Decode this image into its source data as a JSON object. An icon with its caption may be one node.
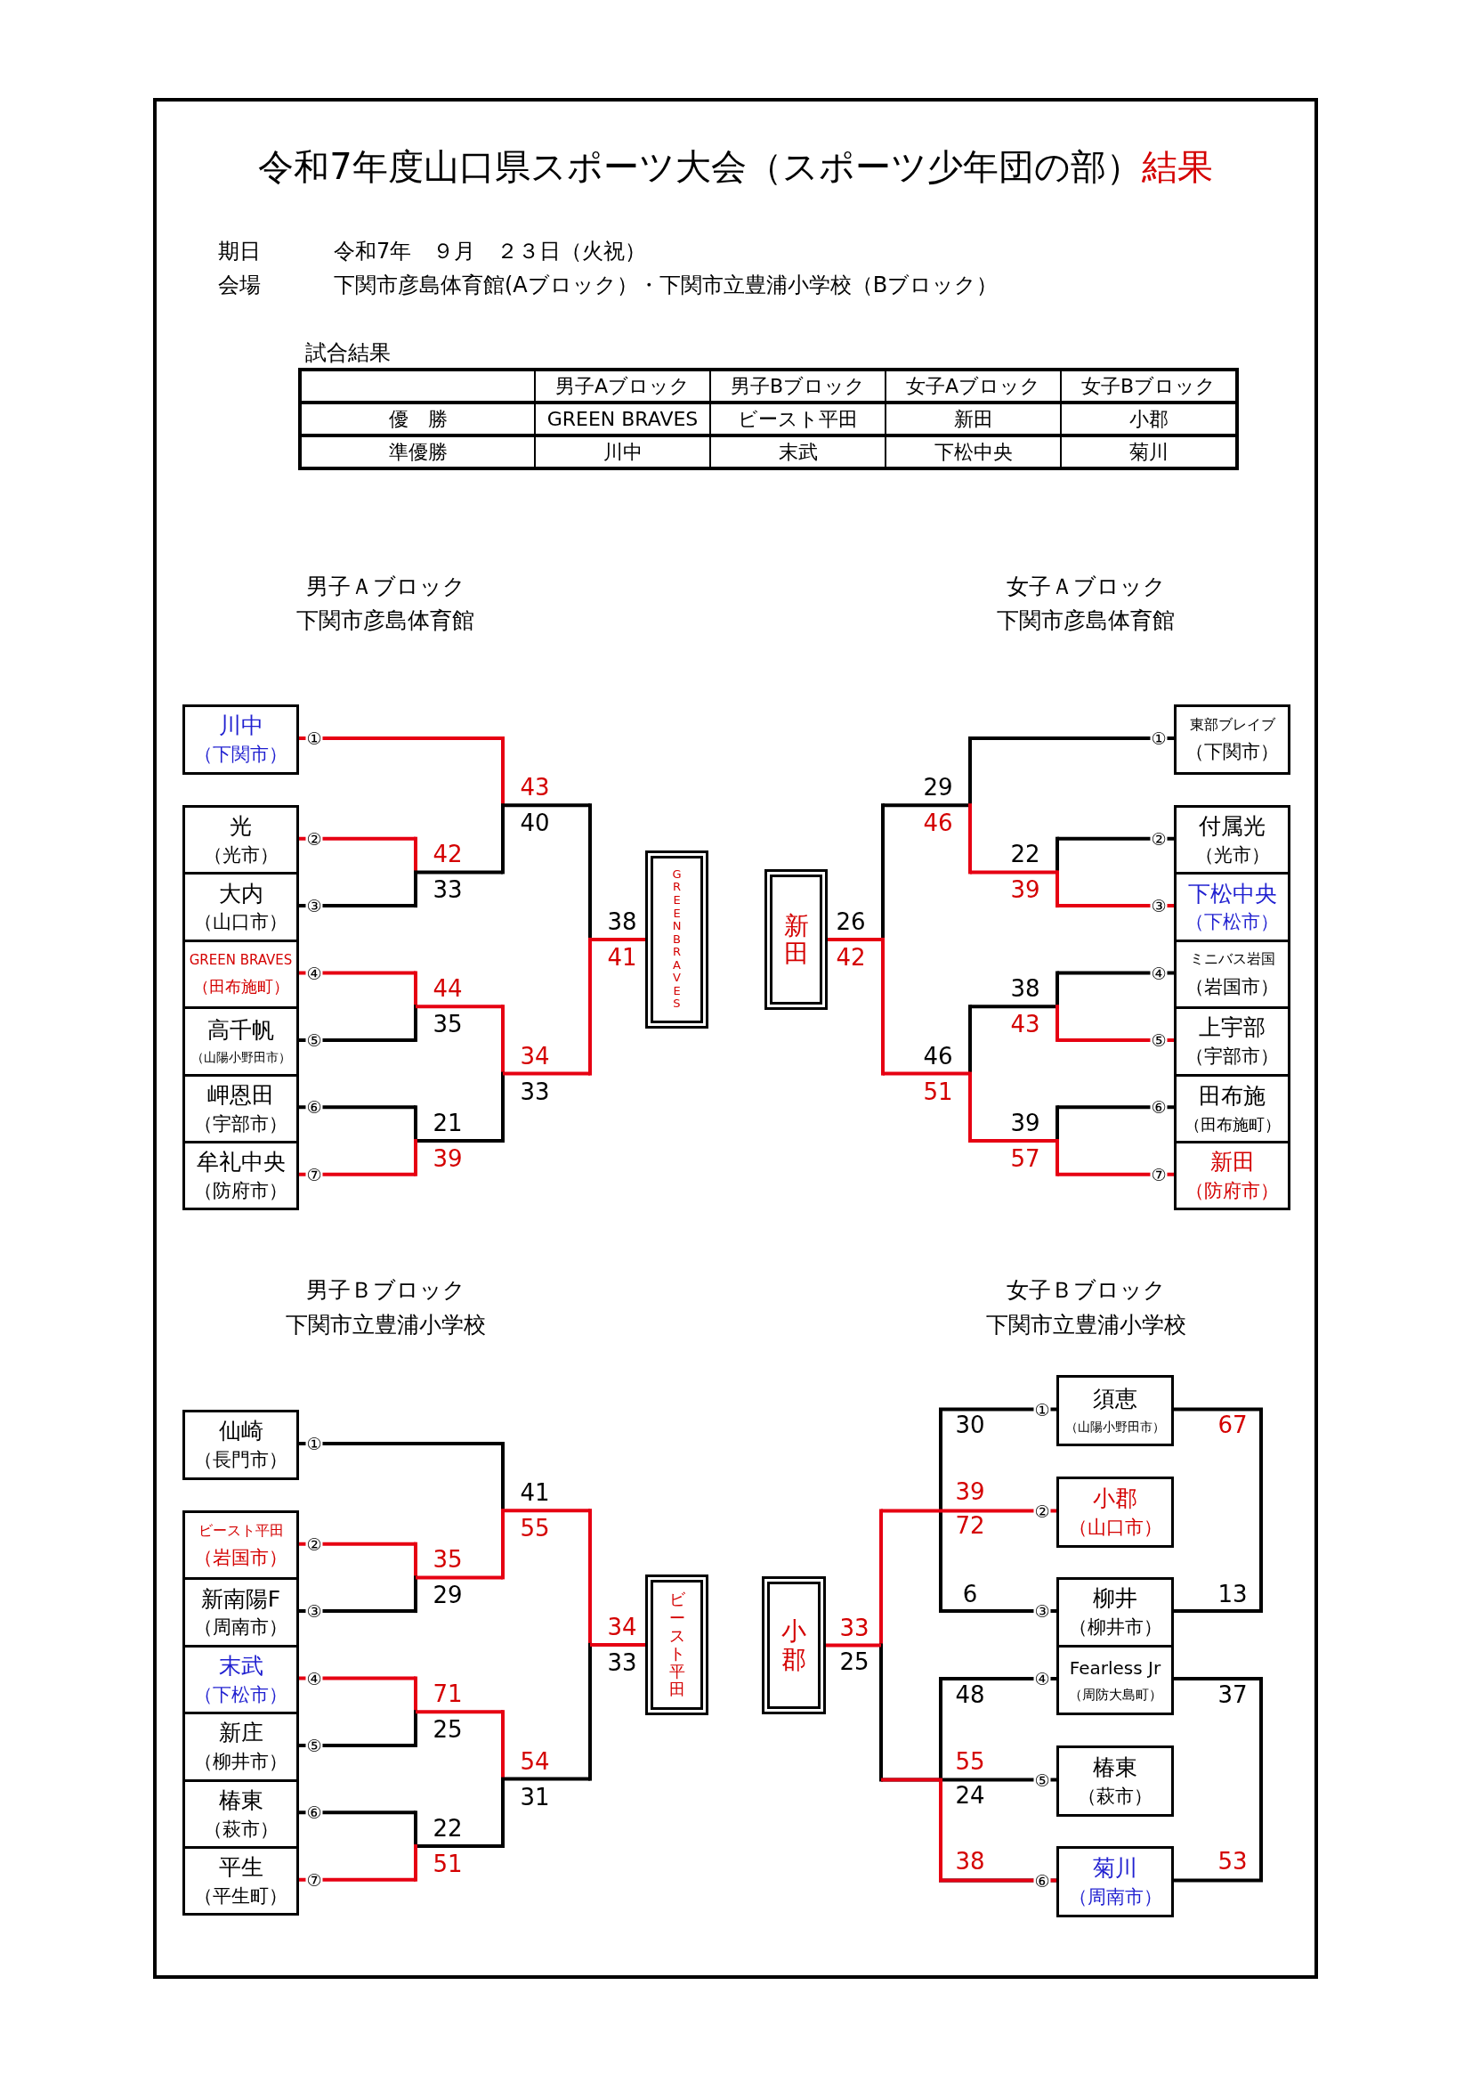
{
  "diagram": {
    "title": "令和7年度山口県スポーツ大会（スポーツ少年団の部）結果",
    "nodes": [
      {
        "text": [
          "川中",
          "（下関市）"
        ],
        "beside": [
          "①"
        ]
      },
      {
        "text": [
          "光",
          "（光市）"
        ],
        "beside": [
          "②"
        ]
      },
      {
        "text": [
          "大内",
          "（山口市）"
        ],
        "beside": [
          "③"
        ]
      },
      {
        "text": [
          "GREEN BRAVES",
          "（田布施町）"
        ],
        "beside": [
          "④"
        ]
      },
      {
        "text": [
          "高千帆",
          "（山陽小野田市）"
        ],
        "beside": [
          "⑤"
        ]
      },
      {
        "text": [
          "岬恩田",
          "（宇部市）"
        ],
        "beside": [
          "⑥"
        ]
      },
      {
        "text": [
          "牟礼中央",
          "（防府市）"
        ],
        "beside": [
          "⑦"
        ]
      },
      {
        "text": [
          "GREEN BRAVES"
        ]
      },
      {
        "text": [
          "新田"
        ]
      },
      {
        "text": [
          "東部ブレイブ",
          "（下関市）"
        ],
        "beside": [
          "①"
        ]
      },
      {
        "text": [
          "付属光",
          "（光市）"
        ],
        "beside": [
          "②"
        ]
      },
      {
        "text": [
          "下松中央",
          "（下松市）"
        ],
        "beside": [
          "③"
        ]
      },
      {
        "text": [
          "ミニバス岩国",
          "（岩国市）"
        ],
        "beside": [
          "④"
        ]
      },
      {
        "text": [
          "上宇部",
          "（宇部市）"
        ],
        "beside": [
          "⑤"
        ]
      },
      {
        "text": [
          "田布施",
          "（田布施町）"
        ],
        "beside": [
          "⑥"
        ]
      },
      {
        "text": [
          "新田",
          "（防府市）"
        ],
        "beside": [
          "⑦"
        ]
      },
      {
        "text": [
          "仙崎",
          "（長門市）"
        ],
        "beside": [
          "①"
        ]
      },
      {
        "text": [
          "ビースト平田",
          "（岩国市）"
        ],
        "beside": [
          "②"
        ]
      },
      {
        "text": [
          "新南陽F",
          "（周南市）"
        ],
        "beside": [
          "③"
        ]
      },
      {
        "text": [
          "末武",
          "（下松市）"
        ],
        "beside": [
          "④"
        ]
      },
      {
        "text": [
          "新庄",
          "（柳井市）"
        ],
        "beside": [
          "⑤"
        ]
      },
      {
        "text": [
          "椿東",
          "（萩市）"
        ],
        "beside": [
          "⑥"
        ]
      },
      {
        "text": [
          "平生",
          "（平生町）"
        ],
        "beside": [
          "⑦"
        ]
      },
      {
        "text": [
          "ビースト平田"
        ]
      },
      {
        "text": [
          "小郡"
        ]
      },
      {
        "text": [
          "須恵",
          "（山陽小野田市）"
        ],
        "beside": [
          "①"
        ]
      },
      {
        "text": [
          "小郡",
          "（山口市）"
        ],
        "beside": [
          "②"
        ]
      },
      {
        "text": [
          "柳井",
          "（柳井市）"
        ],
        "beside": [
          "③"
        ]
      },
      {
        "text": [
          "Fearless Jr",
          "（周防大島町）"
        ],
        "beside": [
          "④"
        ]
      },
      {
        "text": [
          "椿東",
          "（萩市）"
        ],
        "beside": [
          "⑤"
        ]
      },
      {
        "text": [
          "菊川",
          "（周南市）"
        ],
        "beside": [
          "⑥"
        ]
      },
      {
        "text": [],
        "shape": "bar"
      },
      {
        "text": [],
        "shape": "bar"
      },
      {
        "text": [],
        "shape": "bar"
      },
      {
        "text": [],
        "shape": "bar"
      },
      {
        "text": [],
        "shape": "bar"
      },
      {
        "text": [],
        "shape": "bar"
      },
      {
        "text": [],
        "shape": "bar"
      },
      {
        "text": [],
        "shape": "bar"
      },
      {
        "text": [],
        "shape": "bar"
      },
      {
        "text": [],
        "shape": "bar"
      },
      {
        "text": [],
        "shape": "bar"
      },
      {
        "text": [],
        "shape": "bar"
      },
      {
        "text": [],
        "shape": "bar"
      },
      {
        "text": [],
        "shape": "bar"
      },
      {
        "text": [],
        "shape": "bar"
      },
      {
        "text": [],
        "shape": "bar"
      },
      {
        "text": [],
        "shape": "bar"
      },
      {
        "text": [],
        "shape": "bar"
      },
      {
        "text": [],
        "shape": "bar"
      }
    ],
    "edges": [
      {
        "from": 1,
        "to": 31,
        "arrow": "none"
      },
      {
        "from": 2,
        "to": 31,
        "arrow": "none",
        "color": "#000000"
      },
      {
        "from": 3,
        "to": 32,
        "arrow": "none"
      },
      {
        "from": 4,
        "to": 32,
        "arrow": "none",
        "color": "#000000"
      },
      {
        "from": 5,
        "to": 33,
        "arrow": "none",
        "color": "#000000"
      },
      {
        "from": 6,
        "to": 33,
        "arrow": "none"
      },
      {
        "from": 0,
        "to": 34,
        "arrow": "none"
      },
      {
        "from": 31,
        "to": 34,
        "arrow": "none",
        "color": "#000000"
      },
      {
        "from": 32,
        "to": 35,
        "arrow": "none"
      },
      {
        "from": 33,
        "to": 35,
        "arrow": "none",
        "color": "#000000"
      },
      {
        "from": 34,
        "to": 36,
        "arrow": "none",
        "color": "#000000"
      },
      {
        "from": 35,
        "to": 36,
        "arrow": "none"
      },
      {
        "from": 36,
        "to": 7,
        "arrow": "none"
      },
      {
        "from": 10,
        "to": 37,
        "arrow": "none",
        "color": "#000000"
      },
      {
        "from": 11,
        "to": 37,
        "arrow": "none"
      },
      {
        "from": 12,
        "to": 38,
        "arrow": "none",
        "color": "#000000"
      },
      {
        "from": 13,
        "to": 38,
        "arrow": "none"
      },
      {
        "from": 14,
        "to": 39,
        "arrow": "none",
        "color": "#000000"
      },
      {
        "from": 15,
        "to": 39,
        "arrow": "none"
      },
      {
        "from": 9,
        "to": 40,
        "arrow": "none",
        "color": "#000000"
      },
      {
        "from": 37,
        "to": 40,
        "arrow": "none"
      },
      {
        "from": 38,
        "to": 41,
        "arrow": "none",
        "color": "#000000"
      },
      {
        "from": 39,
        "to": 41,
        "arrow": "none"
      },
      {
        "from": 40,
        "to": 42,
        "arrow": "none",
        "color": "#000000"
      },
      {
        "from": 41,
        "to": 42,
        "arrow": "none"
      },
      {
        "from": 42,
        "to": 8,
        "arrow": "none"
      },
      {
        "from": 17,
        "to": 43,
        "arrow": "none"
      },
      {
        "from": 18,
        "to": 43,
        "arrow": "none",
        "color": "#000000"
      },
      {
        "from": 19,
        "to": 44,
        "arrow": "none"
      },
      {
        "from": 20,
        "to": 44,
        "arrow": "none",
        "color": "#000000"
      },
      {
        "from": 21,
        "to": 45,
        "arrow": "none",
        "color": "#000000"
      },
      {
        "from": 22,
        "to": 45,
        "arrow": "none"
      },
      {
        "from": 16,
        "to": 46,
        "arrow": "none",
        "color": "#000000"
      },
      {
        "from": 43,
        "to": 46,
        "arrow": "none"
      },
      {
        "from": 44,
        "to": 47,
        "arrow": "none"
      },
      {
        "from": 45,
        "to": 47,
        "arrow": "none",
        "color": "#000000"
      },
      {
        "from": 46,
        "to": 48,
        "arrow": "none"
      },
      {
        "from": 47,
        "to": 48,
        "arrow": "none",
        "color": "#000000"
      },
      {
        "from": 48,
        "to": 23,
        "arrow": "none"
      },
      {
        "from": 25,
        "to": 27,
        "arrow": "none",
        "color": "#000000"
      },
      {
        "from": 25,
        "to": 27,
        "arrow": "none",
        "color": "#000000"
      },
      {
        "from": 26,
        "to": 49,
        "arrow": "none"
      },
      {
        "from": 28,
        "to": 30,
        "arrow": "none",
        "color": "#000000"
      },
      {
        "from": 28,
        "to": 30,
        "arrow": "none",
        "color": "#000000"
      },
      {
        "from": 29,
        "to": 49,
        "arrow": "none",
        "color": "#000000"
      },
      {
        "from": 30,
        "to": 49,
        "arrow": "none"
      },
      {
        "from": 49,
        "to": 24,
        "arrow": "none"
      }
    ],
    "labels": [
      "期日",
      "令和7年　９月　２３日（火祝）",
      "会場",
      "下関市彦島体育館(Aブロック）・下関市立豊浦小学校（Bブロック）",
      "試合結果",
      "男子Aブロック",
      "男子Bブロック",
      "女子Aブロック",
      "女子Bブロック",
      "優　勝",
      "GREEN BRAVES",
      "ビースト平田",
      "新田",
      "小郡",
      "準優勝",
      "川中",
      "末武",
      "下松中央",
      "菊川",
      "男子Ａブロック",
      "下関市彦島体育館",
      "女子Ａブロック",
      "下関市彦島体育館",
      "男子Ｂブロック",
      "下関市立豊浦小学校",
      "女子Ｂブロック",
      "下関市立豊浦小学校",
      "42",
      "33",
      "44",
      "35",
      "21",
      "39",
      "43",
      "40",
      "34",
      "33",
      "38",
      "41",
      "22",
      "39",
      "38",
      "43",
      "39",
      "57",
      "29",
      "46",
      "46",
      "51",
      "26",
      "42",
      "35",
      "29",
      "71",
      "25",
      "22",
      "51",
      "41",
      "55",
      "54",
      "31",
      "34",
      "33",
      "30",
      "39",
      "72",
      "6",
      "48",
      "55",
      "24",
      "38",
      "67",
      "13",
      "37",
      "53",
      "33",
      "25"
    ]
  }
}
